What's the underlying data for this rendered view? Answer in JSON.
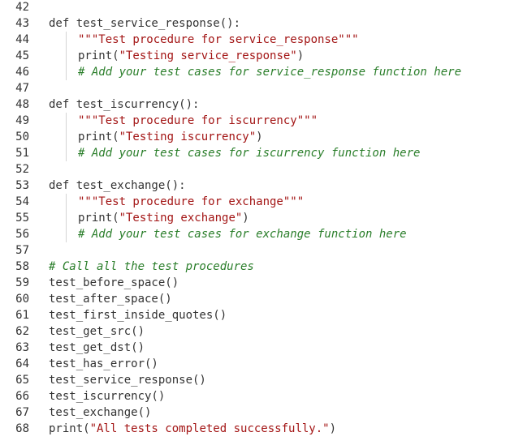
{
  "editor": {
    "lines": [
      {
        "number": "42",
        "indent": 0,
        "tokens": []
      },
      {
        "number": "43",
        "indent": 0,
        "tokens": [
          {
            "kind": "plain",
            "text": "def test_service_response():"
          }
        ]
      },
      {
        "number": "44",
        "indent": 1,
        "tokens": [
          {
            "kind": "string",
            "text": "\"\"\"Test procedure for service_response\"\"\""
          }
        ]
      },
      {
        "number": "45",
        "indent": 1,
        "tokens": [
          {
            "kind": "plain",
            "text": "print("
          },
          {
            "kind": "string",
            "text": "\"Testing service_response\""
          },
          {
            "kind": "plain",
            "text": ")"
          }
        ]
      },
      {
        "number": "46",
        "indent": 1,
        "tokens": [
          {
            "kind": "comment",
            "text": "# Add your test cases for service_response function here"
          }
        ]
      },
      {
        "number": "47",
        "indent": 0,
        "tokens": []
      },
      {
        "number": "48",
        "indent": 0,
        "tokens": [
          {
            "kind": "plain",
            "text": "def test_iscurrency():"
          }
        ]
      },
      {
        "number": "49",
        "indent": 1,
        "tokens": [
          {
            "kind": "string",
            "text": "\"\"\"Test procedure for iscurrency\"\"\""
          }
        ]
      },
      {
        "number": "50",
        "indent": 1,
        "tokens": [
          {
            "kind": "plain",
            "text": "print("
          },
          {
            "kind": "string",
            "text": "\"Testing iscurrency\""
          },
          {
            "kind": "plain",
            "text": ")"
          }
        ]
      },
      {
        "number": "51",
        "indent": 1,
        "tokens": [
          {
            "kind": "comment",
            "text": "# Add your test cases for iscurrency function here"
          }
        ]
      },
      {
        "number": "52",
        "indent": 0,
        "tokens": []
      },
      {
        "number": "53",
        "indent": 0,
        "tokens": [
          {
            "kind": "plain",
            "text": "def test_exchange():"
          }
        ]
      },
      {
        "number": "54",
        "indent": 1,
        "tokens": [
          {
            "kind": "string",
            "text": "\"\"\"Test procedure for exchange\"\"\""
          }
        ]
      },
      {
        "number": "55",
        "indent": 1,
        "tokens": [
          {
            "kind": "plain",
            "text": "print("
          },
          {
            "kind": "string",
            "text": "\"Testing exchange\""
          },
          {
            "kind": "plain",
            "text": ")"
          }
        ]
      },
      {
        "number": "56",
        "indent": 1,
        "tokens": [
          {
            "kind": "comment",
            "text": "# Add your test cases for exchange function here"
          }
        ]
      },
      {
        "number": "57",
        "indent": 0,
        "tokens": []
      },
      {
        "number": "58",
        "indent": 0,
        "tokens": [
          {
            "kind": "comment",
            "text": "# Call all the test procedures"
          }
        ]
      },
      {
        "number": "59",
        "indent": 0,
        "tokens": [
          {
            "kind": "plain",
            "text": "test_before_space()"
          }
        ]
      },
      {
        "number": "60",
        "indent": 0,
        "tokens": [
          {
            "kind": "plain",
            "text": "test_after_space()"
          }
        ]
      },
      {
        "number": "61",
        "indent": 0,
        "tokens": [
          {
            "kind": "plain",
            "text": "test_first_inside_quotes()"
          }
        ]
      },
      {
        "number": "62",
        "indent": 0,
        "tokens": [
          {
            "kind": "plain",
            "text": "test_get_src()"
          }
        ]
      },
      {
        "number": "63",
        "indent": 0,
        "tokens": [
          {
            "kind": "plain",
            "text": "test_get_dst()"
          }
        ]
      },
      {
        "number": "64",
        "indent": 0,
        "tokens": [
          {
            "kind": "plain",
            "text": "test_has_error()"
          }
        ]
      },
      {
        "number": "65",
        "indent": 0,
        "tokens": [
          {
            "kind": "plain",
            "text": "test_service_response()"
          }
        ]
      },
      {
        "number": "66",
        "indent": 0,
        "tokens": [
          {
            "kind": "plain",
            "text": "test_iscurrency()"
          }
        ]
      },
      {
        "number": "67",
        "indent": 0,
        "tokens": [
          {
            "kind": "plain",
            "text": "test_exchange()"
          }
        ]
      },
      {
        "number": "68",
        "indent": 0,
        "tokens": [
          {
            "kind": "plain",
            "text": "print("
          },
          {
            "kind": "string",
            "text": "\"All tests completed successfully.\""
          },
          {
            "kind": "plain",
            "text": ")"
          }
        ]
      }
    ]
  },
  "colors": {
    "background": "#ffffff",
    "text": "#333333",
    "string": "#a31515",
    "comment": "#2a7e2a",
    "indent_guide": "#d4d4d4"
  }
}
